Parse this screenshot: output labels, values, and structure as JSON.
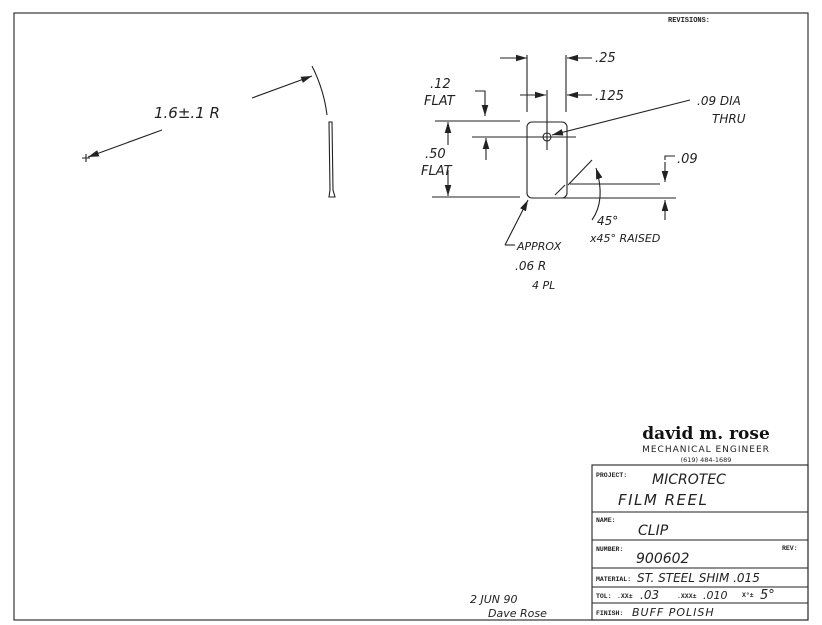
{
  "revisions_label": "REVISIONS:",
  "radius_view": {
    "radius_dim": "1.6±.1 R"
  },
  "part_view": {
    "dim_width": ".25",
    "dim_hole_offset": ".125",
    "hole_note_1": ".09 DIA",
    "hole_note_2": "THRU",
    "dim_top_1": ".12",
    "dim_top_2": "FLAT",
    "dim_height_1": ".50",
    "dim_height_2": "FLAT",
    "dim_raise": ".09",
    "angle_note_1": "45°",
    "angle_note_2": "x45° RAISED",
    "corner_note_1": "APPROX",
    "corner_note_2": ".06 R",
    "corner_note_3": "4 PL"
  },
  "company": {
    "name": "david m. rose",
    "title": "MECHANICAL ENGINEER",
    "phone": "(619) 484-1689"
  },
  "title_block": {
    "project_label": "PROJECT:",
    "project_line1": "MICROTEC",
    "project_line2": "FILM REEL",
    "name_label": "NAME:",
    "name_value": "CLIP",
    "number_label": "NUMBER:",
    "number_value": "900602",
    "rev_label": "REV:",
    "material_label": "MATERIAL:",
    "material_value": "ST. STEEL SHIM .015",
    "tol_label": "TOL:",
    "tol_xx_label": ".XX±",
    "tol_xx_value": ".03",
    "tol_xxx_label": ".XXX±",
    "tol_xxx_value": ".010",
    "tol_angle_label": "X°±",
    "tol_angle_value": "5°",
    "finish_label": "FINISH:",
    "finish_value": "BUFF POLISH"
  },
  "signature": {
    "date": "2 JUN 90",
    "name": "Dave Rose"
  }
}
